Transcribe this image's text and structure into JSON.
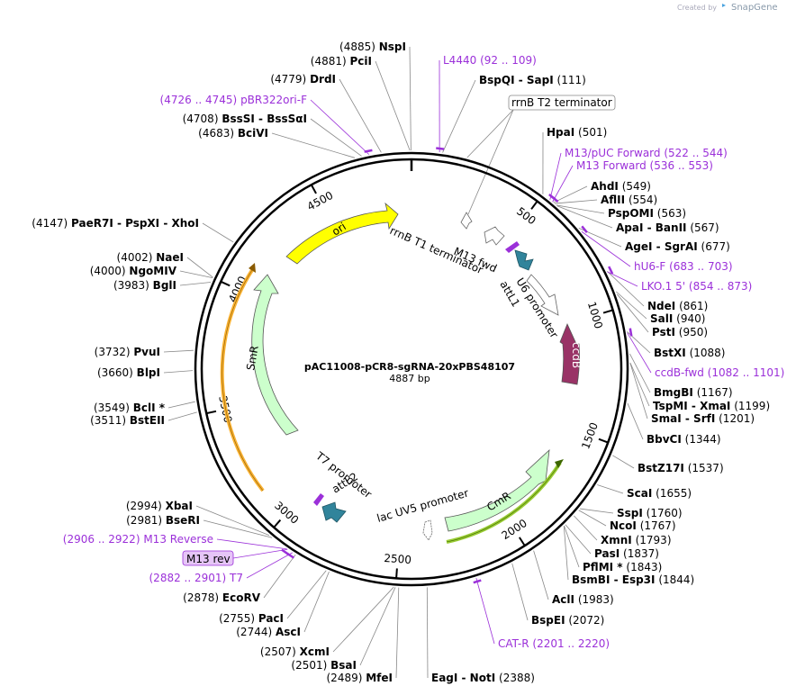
{
  "credit": {
    "prefix": "Created by",
    "brand": "SnapGene"
  },
  "plasmid": {
    "name": "pAC11008-pCR8-sgRNA-20xPBS48107",
    "size": "4887 bp"
  },
  "ticks": [
    "500",
    "1000",
    "1500",
    "2000",
    "2500",
    "3000",
    "3500",
    "4000",
    "4500"
  ],
  "colors": {
    "ori": "#ffff00",
    "smr": "#ccffcc",
    "cmr": "#ccffcc",
    "ccdb": "#993366",
    "attl": "#31849b",
    "primer": "#9b30d9",
    "orf_orange": "#f9b233",
    "orf_green": "#99cc33"
  },
  "features": {
    "ori": "ori",
    "smr": "SmR",
    "cmr": "CmR",
    "ccdb": "ccdB",
    "u6": "U6 promoter",
    "attl1": "attL1",
    "attl2": "attL2",
    "t7": "T7 promoter",
    "lacuv5": "lac UV5 promoter",
    "rrnbt1": "rrnB T1 terminator",
    "m13fwd": "M13 fwd",
    "rrnbt2": "rrnB T2 terminator",
    "m13rev": "M13 rev"
  },
  "labels": [
    {
      "num": "(4885)",
      "name": "NspI"
    },
    {
      "num": "(4881)",
      "name": "PciI"
    },
    {
      "num": "(4779)",
      "name": "DrdI"
    },
    {
      "num": "(4726 .. 4745)",
      "name": "pBR322ori-F",
      "primer": true
    },
    {
      "num": "(4708)",
      "name": "BssSI  -  BssSαI"
    },
    {
      "num": "(4683)",
      "name": "BciVI"
    },
    {
      "num": "(4147)",
      "name": "PaeR7I  -  PspXI  -  XhoI"
    },
    {
      "num": "(4002)",
      "name": "NaeI"
    },
    {
      "num": "(4000)",
      "name": "NgoMIV"
    },
    {
      "num": "(3983)",
      "name": "BglI"
    },
    {
      "num": "(3732)",
      "name": "PvuI"
    },
    {
      "num": "(3660)",
      "name": "BlpI"
    },
    {
      "num": "(3549)",
      "name": "BclI *"
    },
    {
      "num": "(3511)",
      "name": "BstEII"
    },
    {
      "num": "(2994)",
      "name": "XbaI"
    },
    {
      "num": "(2981)",
      "name": "BseRI"
    },
    {
      "num": "(2906 .. 2922)",
      "name": "M13 Reverse",
      "primer": true
    },
    {
      "num": "(2882 .. 2901)",
      "name": "T7",
      "primer": true
    },
    {
      "num": "(2878)",
      "name": "EcoRV"
    },
    {
      "num": "(2755)",
      "name": "PacI"
    },
    {
      "num": "(2744)",
      "name": "AscI"
    },
    {
      "num": "(2507)",
      "name": "XcmI"
    },
    {
      "num": "(2501)",
      "name": "BsaI"
    },
    {
      "num": "(2489)",
      "name": "MfeI"
    },
    {
      "name": "EagI  -  NotI",
      "num": "(2388)"
    },
    {
      "name": "CAT-R",
      "num": "(2201 .. 2220)",
      "primer": true
    },
    {
      "name": "BspEI",
      "num": "(2072)"
    },
    {
      "name": "AclI",
      "num": "(1983)"
    },
    {
      "name": "BsmBI  -  Esp3I",
      "num": "(1844)"
    },
    {
      "name": "PflMI *",
      "num": "(1843)"
    },
    {
      "name": "PasI",
      "num": "(1837)"
    },
    {
      "name": "XmnI",
      "num": "(1793)"
    },
    {
      "name": "NcoI",
      "num": "(1767)"
    },
    {
      "name": "SspI",
      "num": "(1760)"
    },
    {
      "name": "ScaI",
      "num": "(1655)"
    },
    {
      "name": "BstZ17I",
      "num": "(1537)"
    },
    {
      "name": "BbvCI",
      "num": "(1344)"
    },
    {
      "name": "SmaI  -  SrfI",
      "num": "(1201)"
    },
    {
      "name": "TspMI  -  XmaI",
      "num": "(1199)"
    },
    {
      "name": "BmgBI",
      "num": "(1167)"
    },
    {
      "name": "ccdB-fwd",
      "num": "(1082 .. 1101)",
      "primer": true
    },
    {
      "name": "BstXI",
      "num": "(1088)"
    },
    {
      "name": "PstI",
      "num": "(950)"
    },
    {
      "name": "SalI",
      "num": "(940)"
    },
    {
      "name": "NdeI",
      "num": "(861)"
    },
    {
      "name": "LKO.1 5'",
      "num": "(854 .. 873)",
      "primer": true
    },
    {
      "name": "hU6-F",
      "num": "(683 .. 703)",
      "primer": true
    },
    {
      "name": "AgeI  -  SgrAI",
      "num": "(677)"
    },
    {
      "name": "ApaI  -  BanII",
      "num": "(567)"
    },
    {
      "name": "PspOMI",
      "num": "(563)"
    },
    {
      "name": "AflII",
      "num": "(554)"
    },
    {
      "name": "AhdI",
      "num": "(549)"
    },
    {
      "name": "M13 Forward",
      "num": "(536 .. 553)",
      "primer": true
    },
    {
      "name": "M13/pUC Forward",
      "num": "(522 .. 544)",
      "primer": true
    },
    {
      "name": "HpaI",
      "num": "(501)"
    },
    {
      "name": "BspQI  -  SapI",
      "num": "(111)"
    },
    {
      "name": "L4440",
      "num": "(92 .. 109)",
      "primer": true
    }
  ]
}
